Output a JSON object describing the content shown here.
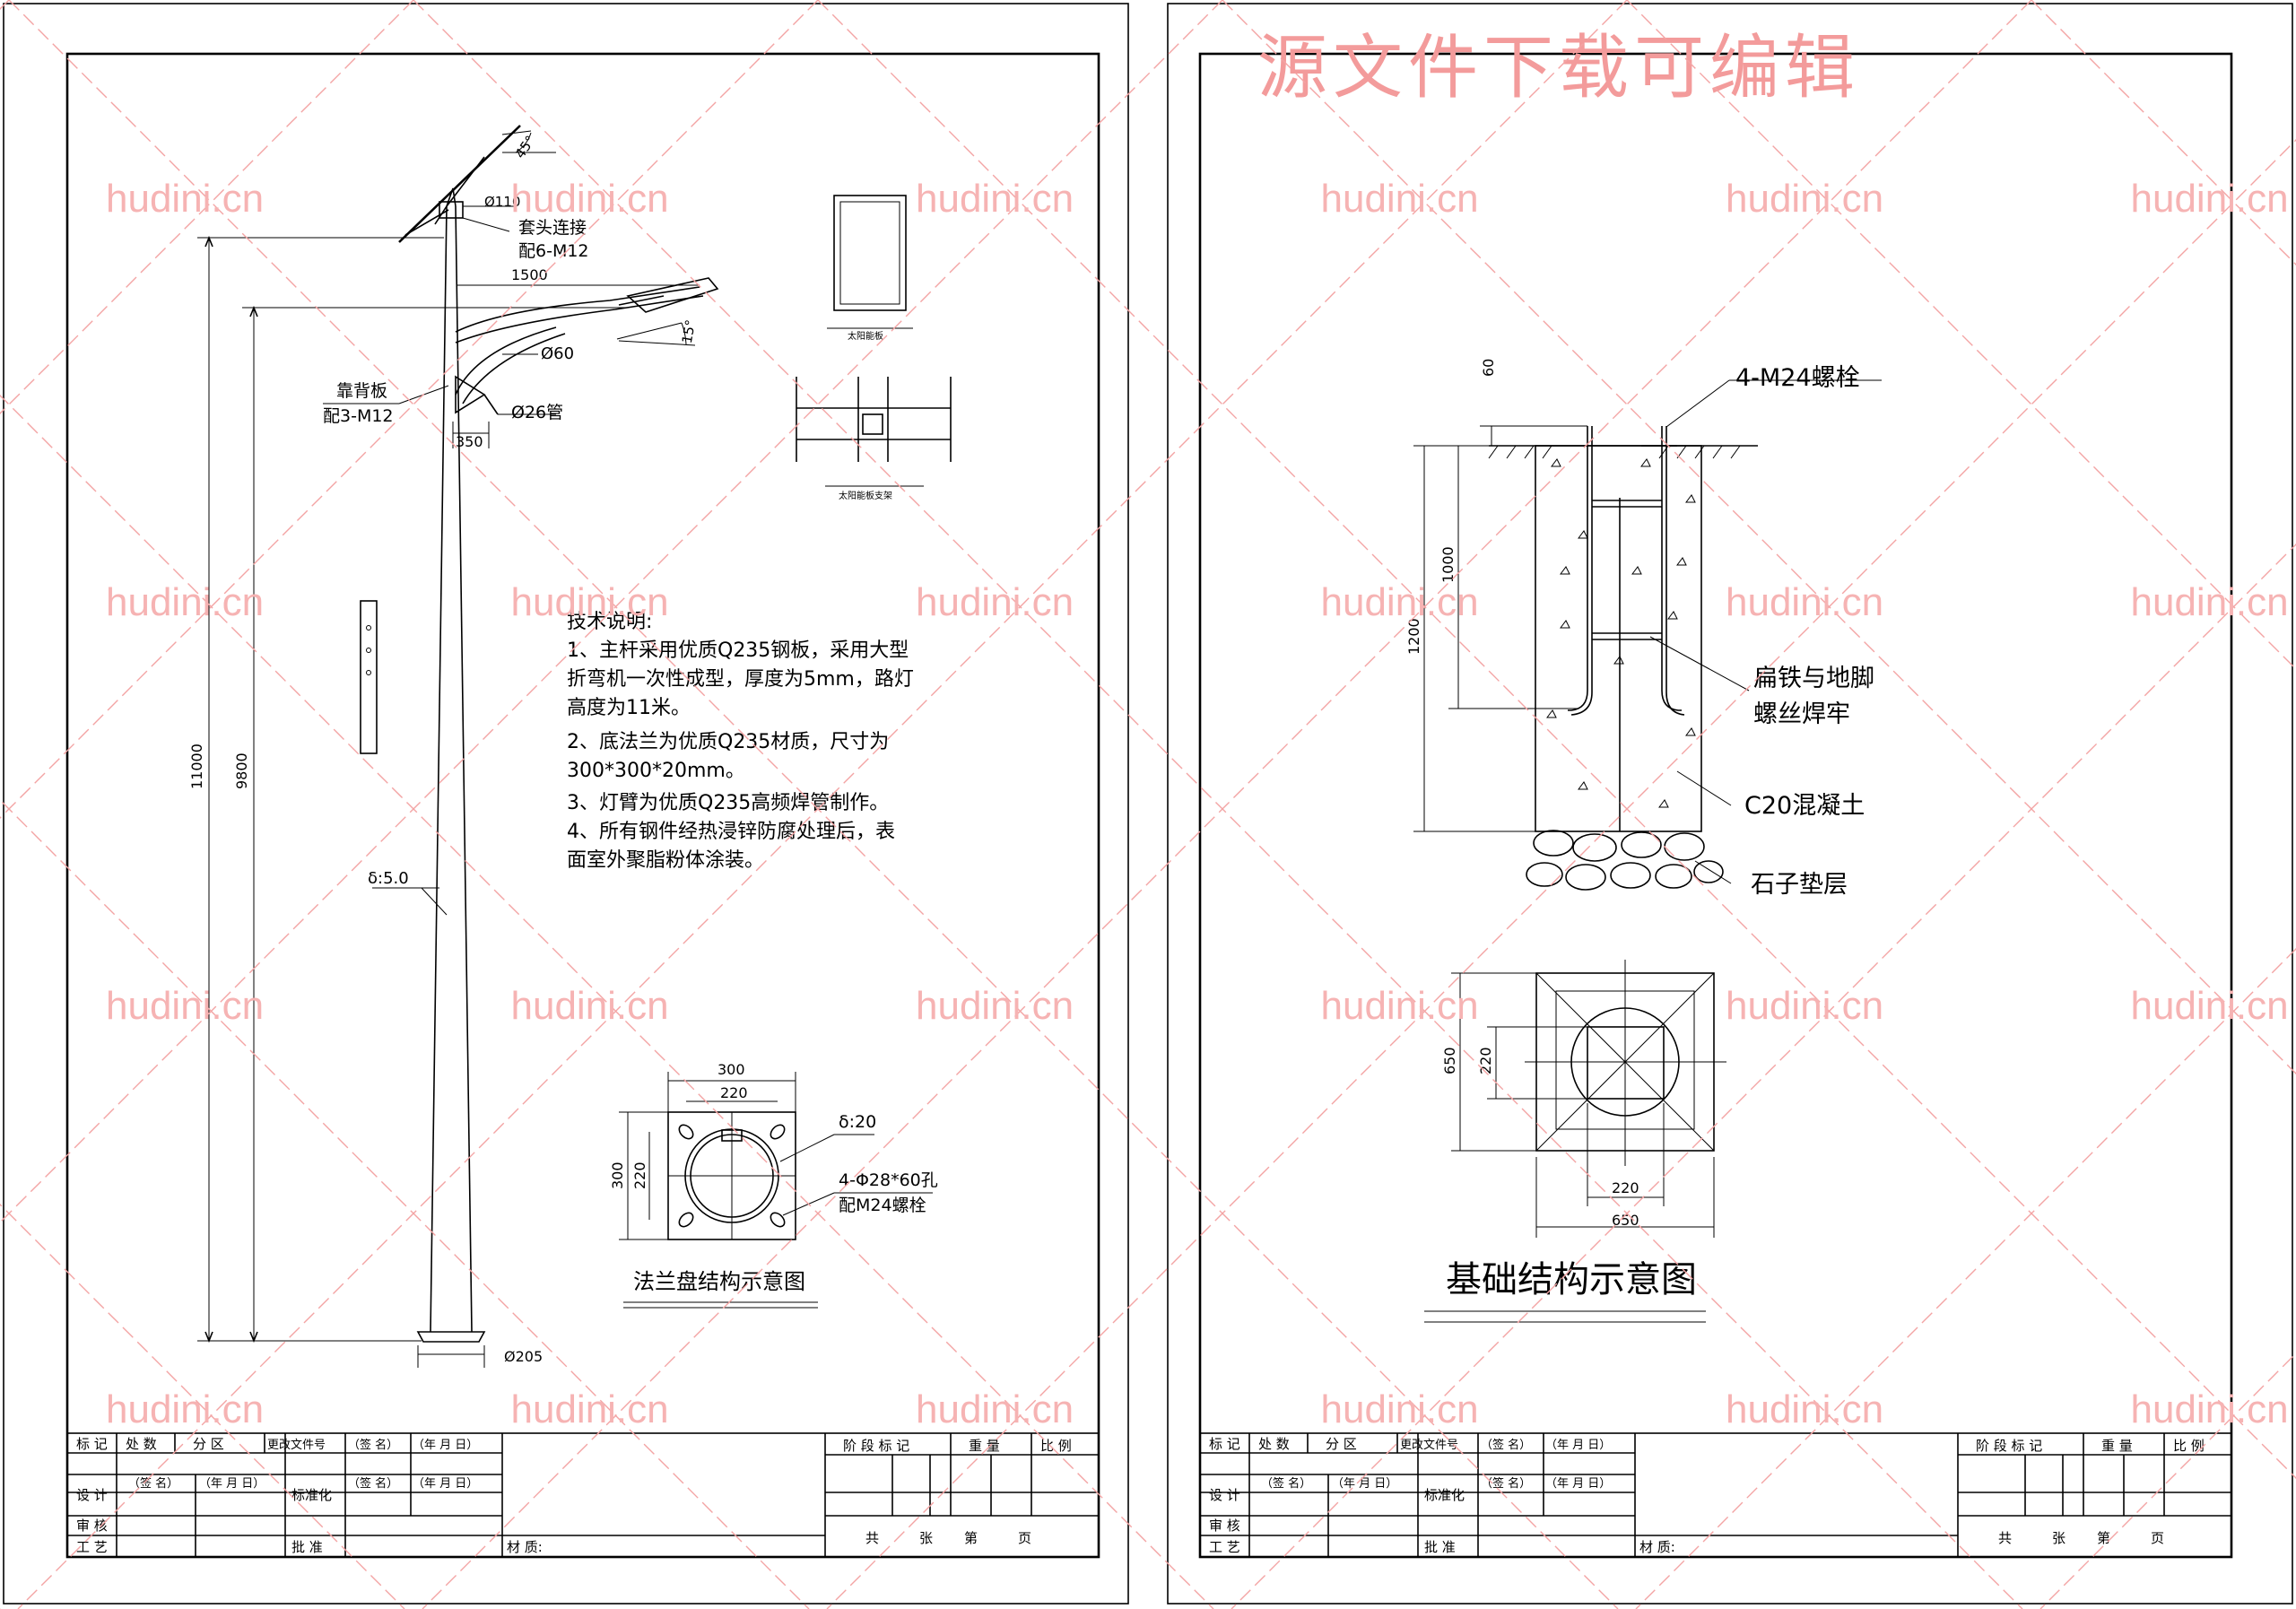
{
  "title_watermark": "源文件下载可编辑",
  "watermark_text": "hudini.cn",
  "left_sheet": {
    "pole": {
      "angle_top": "45°",
      "dia_top": "Ø110",
      "head_connect": "套头连接",
      "head_bolts": "配6-M12",
      "arm_length": "1500",
      "arm_angle": "15°",
      "arm_dia": "Ø60",
      "backplate": "靠背板",
      "backplate_bolts": "配3-M12",
      "tube": "Ø26管",
      "offset_350": "350",
      "height_total": "11000",
      "height_arm": "9800",
      "wall": "δ:5.0",
      "base_dia": "Ø205"
    },
    "panel_label": "太阳能板",
    "bracket_label": "太阳能板支架",
    "tech_notes": {
      "heading": "技术说明:",
      "lines": [
        "1、主杆采用优质Q235钢板，采用大型",
        "折弯机一次性成型，厚度为5mm，路灯",
        "高度为11米。",
        "2、底法兰为优质Q235材质，尺寸为",
        "300*300*20mm。",
        "3、灯臂为优质Q235高频焊管制作。",
        "4、所有钢件经热浸锌防腐处理后，表",
        "面室外聚脂粉体涂装。"
      ]
    },
    "flange": {
      "dim_300_top": "300",
      "dim_220_top": "220",
      "dim_300_side": "300",
      "dim_220_side": "220",
      "thickness": "δ:20",
      "holes": "4-Φ28*60孔",
      "bolts": "配M24螺栓",
      "caption": "法兰盘结构示意图"
    }
  },
  "right_sheet": {
    "foundation": {
      "dim_60": "60",
      "dim_1000": "1000",
      "dim_1200": "1200",
      "bolts": "4-M24螺栓",
      "weld_1": "扁铁与地脚",
      "weld_2": "螺丝焊牢",
      "concrete": "C20混凝土",
      "gravel": "石子垫层"
    },
    "plan": {
      "dim_650_side": "650",
      "dim_220_side": "220",
      "dim_220_bottom": "220",
      "dim_650_bottom": "650"
    },
    "caption": "基础结构示意图"
  },
  "title_block": {
    "mark": "标 记",
    "count": "处 数",
    "zone": "分 区",
    "change_doc": "更改文件号",
    "sign": "（签 名）",
    "date": "（年 月 日）",
    "design": "设 计",
    "standard": "标准化",
    "review": "审 核",
    "process": "工 艺",
    "approve": "批 准",
    "material": "材 质:",
    "stage_mark": "阶 段 标 记",
    "weight": "重 量",
    "scale": "比 例",
    "total": "共",
    "sheets": "张",
    "page_no": "第",
    "page": "页"
  }
}
